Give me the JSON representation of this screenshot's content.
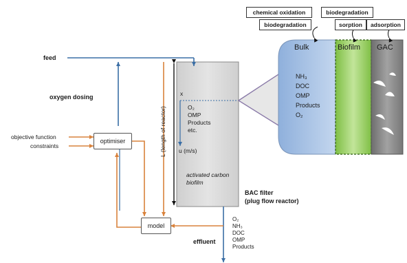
{
  "labels": {
    "feed": "feed",
    "oxygen_dosing": "oxygen dosing",
    "objective_function": "objective function",
    "constraints": "constraints",
    "optimiser": "optimiser",
    "model": "model",
    "effluent": "effluent",
    "reactor_length": "L (length of reactor)",
    "x_marker": "x",
    "velocity": "u (m/s)",
    "media_line1": "activated carbon",
    "media_line2": "biofilm",
    "filter_line1": "BAC filter",
    "filter_line2": "(plug flow reactor)"
  },
  "reactor_species": [
    "O₂",
    "OMP",
    "Products",
    "etc."
  ],
  "effluent_species": [
    "O₂",
    "NH₃",
    "DOC",
    "OMP",
    "Products"
  ],
  "bulk_species": [
    "NH₃",
    "DOC",
    "OMP",
    "Products",
    "O₂"
  ],
  "zones": {
    "bulk": "Bulk",
    "biofilm": "Biofilm",
    "gac": "GAC"
  },
  "process_boxes": {
    "chemical_oxidation": "chemical oxidation",
    "biodegradation_1": "biodegradation",
    "biodegradation_2": "biodegradation",
    "sorption": "sorption",
    "adsorption": "adsorption"
  },
  "colors": {
    "feed_line": "#3a6ea5",
    "control_line": "#d9823b",
    "reactor_fill": "#d8d8d8",
    "bulk_fill": "#a9c3e4",
    "biofilm_fill": "#a7d36b",
    "gac_fill": "#8a8a8a"
  }
}
